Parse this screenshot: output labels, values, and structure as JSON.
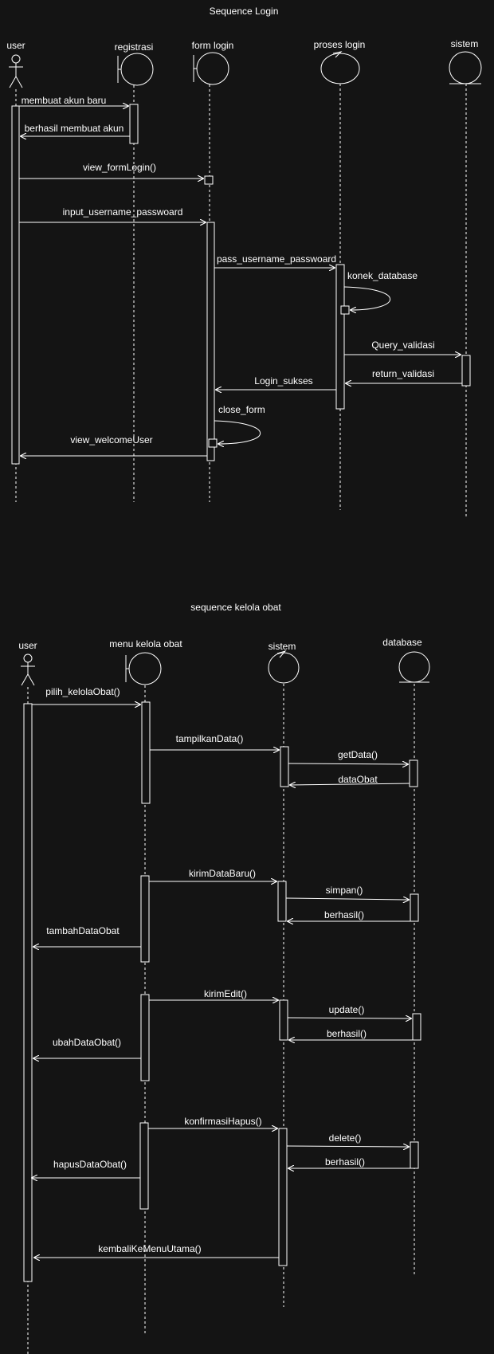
{
  "colors": {
    "background": "#141414",
    "line": "#ffffff",
    "text": "#ffffff"
  },
  "diagram1": {
    "title": "Sequence Login",
    "participants": [
      {
        "label": "user",
        "icon": "actor-icon"
      },
      {
        "label": "registrasi",
        "icon": "boundary-icon"
      },
      {
        "label": "form login",
        "icon": "boundary-icon"
      },
      {
        "label": "proses login",
        "icon": "control-icon"
      },
      {
        "label": "sistem",
        "icon": "entity-icon"
      }
    ],
    "messages": [
      {
        "label": "membuat akun baru"
      },
      {
        "label": "berhasil membuat akun"
      },
      {
        "label": "view_formLogin()"
      },
      {
        "label": "input_username_passwoard"
      },
      {
        "label": "pass_username_passwoard"
      },
      {
        "label": "konek_database"
      },
      {
        "label": "Query_validasi"
      },
      {
        "label": "return_validasi"
      },
      {
        "label": "Login_sukses"
      },
      {
        "label": "close_form"
      },
      {
        "label": "view_welcomeUser"
      }
    ]
  },
  "diagram2": {
    "title": "sequence kelola obat",
    "participants": [
      {
        "label": "user",
        "icon": "actor-icon"
      },
      {
        "label": "menu kelola obat",
        "icon": "boundary-icon"
      },
      {
        "label": "sistem",
        "icon": "control-icon"
      },
      {
        "label": "database",
        "icon": "entity-icon"
      }
    ],
    "messages": [
      {
        "label": "pilih_kelolaObat()"
      },
      {
        "label": "tampilkanData()"
      },
      {
        "label": "getData()"
      },
      {
        "label": "dataObat"
      },
      {
        "label": "kirimDataBaru()"
      },
      {
        "label": "simpan()"
      },
      {
        "label": "berhasil()"
      },
      {
        "label": "tambahDataObat"
      },
      {
        "label": "kirimEdit()"
      },
      {
        "label": "update()"
      },
      {
        "label": "berhasil()"
      },
      {
        "label": "ubahDataObat()"
      },
      {
        "label": "konfirmasiHapus()"
      },
      {
        "label": "delete()"
      },
      {
        "label": "berhasil()"
      },
      {
        "label": "hapusDataObat()"
      },
      {
        "label": "kembaliKeMenuUtama()"
      }
    ]
  }
}
